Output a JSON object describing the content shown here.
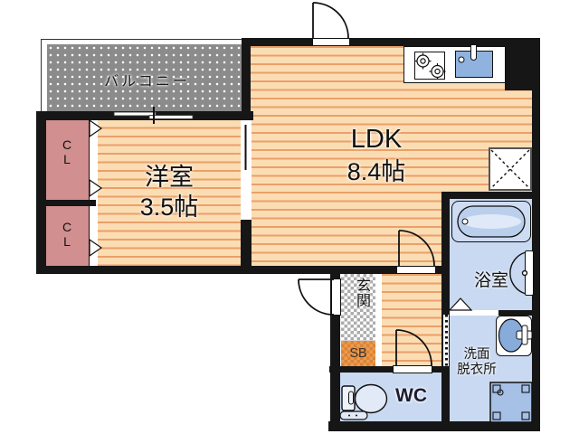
{
  "plan": {
    "rooms": {
      "balcony": {
        "label": "バルコニー"
      },
      "western_room": {
        "label": "洋室",
        "size": "3.5帖"
      },
      "ldk": {
        "label": "LDK",
        "size": "8.4帖"
      },
      "bathroom": {
        "label": "浴室"
      },
      "washroom": {
        "label_line1": "洗面",
        "label_line2": "脱衣所"
      },
      "wc": {
        "label": "WC"
      },
      "entrance": {
        "label": "玄関"
      },
      "shoe_box": {
        "label": "SB"
      },
      "closet_upper": {
        "label": "CL"
      },
      "closet_lower": {
        "label": "CL"
      }
    },
    "colors": {
      "wall": "#161616",
      "floor": "#FBDDB4",
      "floor_stripe": "#EB9F69",
      "closet_pink": "#D18F8F",
      "wet_area_blue": "#C9D9F2",
      "fixture_blue": "#87ACDB",
      "shoe_box_orange": "#E08A3E",
      "entrance_checker_gray": "#ACACAC",
      "balcony_gray": "#8B8B8B"
    }
  }
}
